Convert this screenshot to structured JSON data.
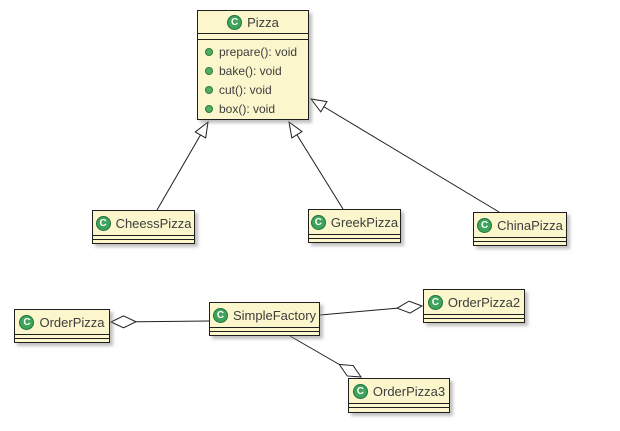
{
  "diagram": {
    "type": "uml-class-diagram",
    "background_color": "#ffffff",
    "node_fill_color": "#FCF6CD",
    "node_border_color": "#1f1f1f",
    "class_icon_letter": "C",
    "class_icon_color": "#3FA45B",
    "method_bullet_color": "#4FAF61",
    "text_color": "#3d3d3d"
  },
  "classes": {
    "pizza": {
      "name": "Pizza",
      "methods": [
        "prepare(): void",
        "bake(): void",
        "cut(): void",
        "box(): void"
      ]
    },
    "cheess_pizza": {
      "name": "CheessPizza",
      "methods": []
    },
    "greek_pizza": {
      "name": "GreekPizza",
      "methods": []
    },
    "china_pizza": {
      "name": "ChinaPizza",
      "methods": []
    },
    "order_pizza": {
      "name": "OrderPizza",
      "methods": []
    },
    "simple_factory": {
      "name": "SimpleFactory",
      "methods": []
    },
    "order_pizza2": {
      "name": "OrderPizza2",
      "methods": []
    },
    "order_pizza3": {
      "name": "OrderPizza3",
      "methods": []
    }
  },
  "relationships": [
    {
      "from": "CheessPizza",
      "to": "Pizza",
      "type": "generalization",
      "arrow": "hollow-triangle"
    },
    {
      "from": "GreekPizza",
      "to": "Pizza",
      "type": "generalization",
      "arrow": "hollow-triangle"
    },
    {
      "from": "ChinaPizza",
      "to": "Pizza",
      "type": "generalization",
      "arrow": "hollow-triangle"
    },
    {
      "from": "SimpleFactory",
      "to": "OrderPizza",
      "type": "aggregation",
      "diamond_at": "OrderPizza"
    },
    {
      "from": "SimpleFactory",
      "to": "OrderPizza2",
      "type": "aggregation",
      "diamond_at": "OrderPizza2"
    },
    {
      "from": "SimpleFactory",
      "to": "OrderPizza3",
      "type": "aggregation",
      "diamond_at": "OrderPizza3"
    }
  ]
}
